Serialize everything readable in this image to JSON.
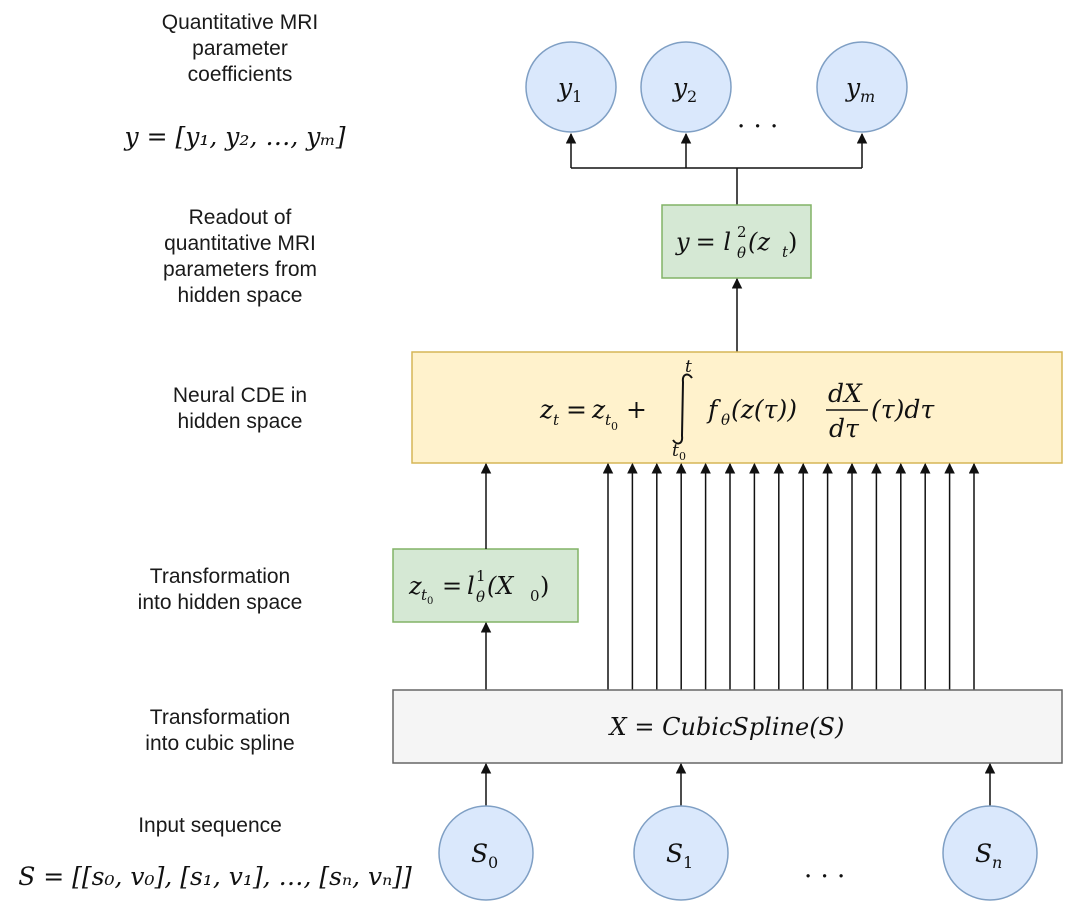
{
  "labels": {
    "output_title": "Quantitative MRI\nparameter\ncoefficients",
    "output_vector": "y = [y₁, y₂, …, yₘ]",
    "readout": "Readout of\nquantitative MRI\nparameters from\nhidden space",
    "cde": "Neural CDE in\nhidden space",
    "hidden_transform": "Transformation\ninto hidden space",
    "spline_transform": "Transformation\ninto cubic spline",
    "input_title": "Input sequence",
    "input_vector": "S = [[s₀, v₀], [s₁, v₁], …, [sₙ, vₙ]]"
  },
  "nodes": {
    "outputs": [
      {
        "base": "y",
        "sub": "1"
      },
      {
        "base": "y",
        "sub": "2"
      },
      {
        "base": "y",
        "sub": "m"
      }
    ],
    "inputs": [
      {
        "base": "S",
        "sub": "0"
      },
      {
        "base": "S",
        "sub": "1"
      },
      {
        "base": "S",
        "sub": "n"
      }
    ],
    "ellipsis": "· · ·"
  },
  "boxes": {
    "readout": {
      "eq_lhs": "y",
      "eq_fn": "l",
      "sup": "2",
      "sub": "θ",
      "arg": "(z",
      "arg_sub": "t",
      "close": ")"
    },
    "cde": {
      "lhs": "z",
      "lhs_sub": "t",
      "z0": "z",
      "z0_sub": "t",
      "z0_subsub": "0",
      "upper": "t",
      "lower": "t",
      "lower_sub": "0",
      "integrand_a": "f",
      "integrand_a_sub": "θ",
      "integrand_b": "(z(τ))",
      "frac_num": "dX",
      "frac_den": "dτ",
      "tail": "(τ)dτ"
    },
    "hidden": {
      "lhs": "z",
      "lhs_sub": "t",
      "lhs_subsub": "0",
      "fn": "l",
      "sup": "1",
      "sub": "θ",
      "arg": "(X",
      "arg_sub": "0",
      "close": ")"
    },
    "spline": {
      "text": "X = CubicSpline(S)"
    }
  },
  "colors": {
    "node_fill": "#dae8fc",
    "node_stroke": "#7f9fc4",
    "green_fill": "#d5e8d4",
    "green_stroke": "#82b366",
    "yellow_fill": "#fff2cc",
    "yellow_stroke": "#d6b656",
    "gray_fill": "#f5f5f5",
    "gray_stroke": "#666666"
  }
}
